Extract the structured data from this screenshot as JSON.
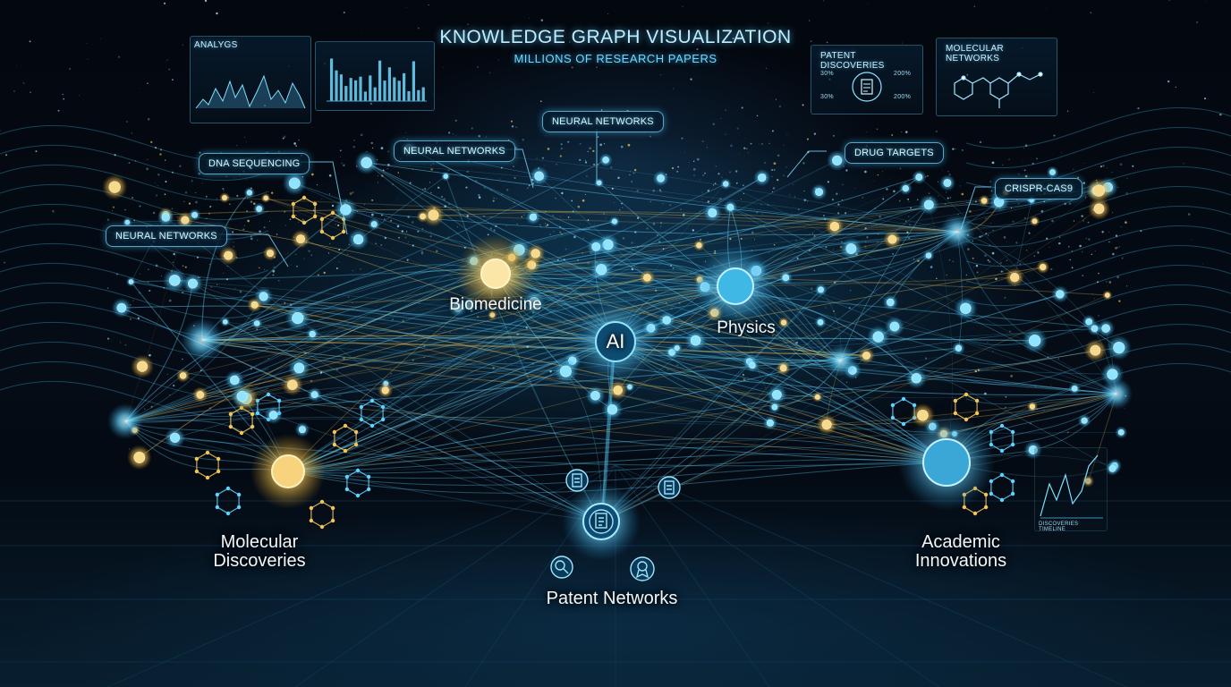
{
  "header": {
    "title": "KNOWLEDGE GRAPH VISUALIZATION",
    "subtitle": "MILLIONS OF RESEARCH PAPERS"
  },
  "panels": {
    "analytics_title": "ANALYGS",
    "patent_title": "PATENT DISCOVERIES",
    "patent_values": [
      "30%",
      "200%",
      "30%",
      "200%"
    ],
    "molecular_title": "MOLECULAR NETWORKS",
    "chart_caption": "DISCOVERIES TIMELINE"
  },
  "callouts": {
    "dna": "DNA SEQUENCING",
    "neural_left": "NEURAL NETWORKS",
    "neural_mid": "NEURAL NETWORKS",
    "neural_top": "NEURAL NETWORKS",
    "drug": "DRUG TARGETS",
    "crispr": "CRISPR-CAS9"
  },
  "hubs": {
    "ai": "AI",
    "biomedicine": "Biomedicine",
    "physics": "Physics",
    "molecular_line1": "Molecular",
    "molecular_line2": "Discoveries",
    "academic_line1": "Academic",
    "academic_line2": "Innovations",
    "patent": "Patent Networks"
  },
  "colors": {
    "cyan": "#5fd3ff",
    "gold": "#f2c55a",
    "background": "#02060c"
  },
  "icons": [
    "document-icon",
    "certificate-icon",
    "magnifier-icon",
    "molecule-icon"
  ]
}
